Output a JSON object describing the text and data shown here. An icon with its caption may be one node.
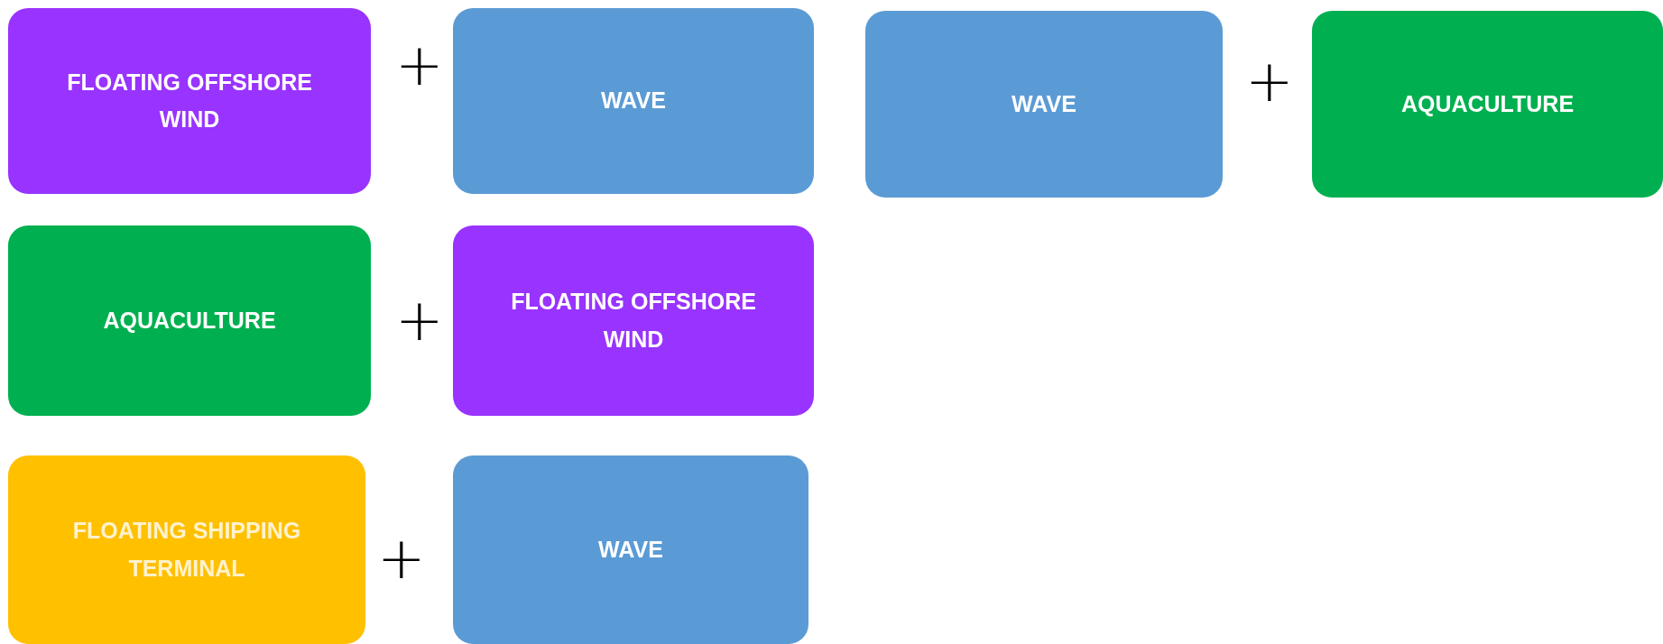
{
  "diagram": {
    "nodes": [
      {
        "text": [
          "FLOATING OFFSHORE WIND"
        ]
      },
      {
        "text": [
          "WAVE"
        ]
      },
      {
        "text": [
          "WAVE"
        ]
      },
      {
        "text": [
          "AQUACULTURE"
        ]
      },
      {
        "text": [
          "AQUACULTURE"
        ]
      },
      {
        "text": [
          "FLOATING OFFSHORE WIND"
        ]
      },
      {
        "text": [
          "FLOATING SHIPPING TERMINAL"
        ]
      },
      {
        "text": [
          "WAVE"
        ]
      }
    ],
    "labels": [
      "+",
      "+",
      "+",
      "+"
    ]
  }
}
